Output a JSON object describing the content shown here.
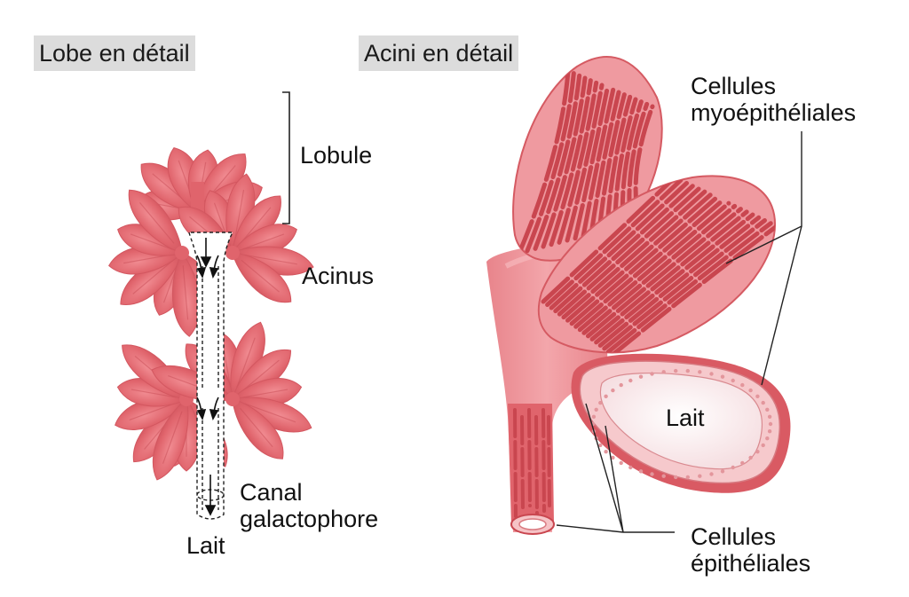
{
  "headings": {
    "lobe": "Lobe en détail",
    "acini": "Acini en détail"
  },
  "lobe_labels": {
    "lobule": "Lobule",
    "acinus": "Acinus",
    "canal_line1": "Canal",
    "canal_line2": "galactophore",
    "lait": "Lait"
  },
  "acini_labels": {
    "myo_line1": "Cellules",
    "myo_line2": "myoépithéliales",
    "lait": "Lait",
    "epi_line1": "Cellules",
    "epi_line2": "épithéliales"
  },
  "colors": {
    "lobe_fill": "#e0646c",
    "lobe_dark": "#c94f58",
    "lobe_light": "#f08a90",
    "duct_fill": "#ef9aa0",
    "stripe": "#c9464f",
    "milk": "#fbeef0",
    "heading_bg": "#dcdcdc"
  }
}
